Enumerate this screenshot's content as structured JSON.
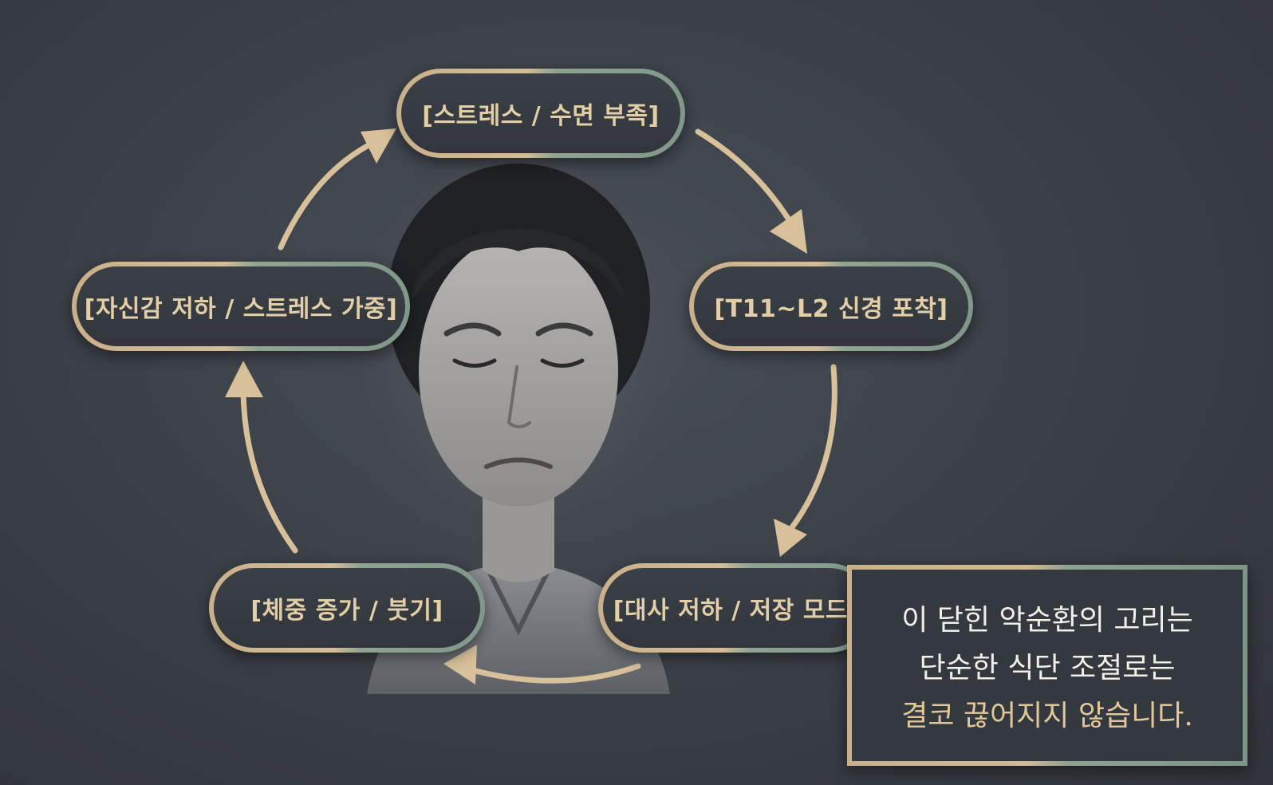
{
  "nodes": [
    {
      "label": "[스트레스 / 수면 부족]"
    },
    {
      "label": "[T11~L2 신경 포착]"
    },
    {
      "label": "[대사 저하 / 저장 모드]"
    },
    {
      "label": "[체중 증가 / 붓기]"
    },
    {
      "label": "[자신감 저하 / 스트레스 가중]"
    }
  ],
  "note": {
    "line1": "이 닫힌 악순환의 고리는",
    "line2": "단순한 식단 조절로는",
    "line3": "결코 끊어지지 않습니다."
  },
  "colors": {
    "arrow": "#d7c09a",
    "border_gold": "#c9b08a",
    "border_sage": "#8fa392",
    "label": "#e2cfa8"
  },
  "icons": {
    "center": "worried-woman-portrait",
    "connector": "curved-arrow-icon"
  }
}
